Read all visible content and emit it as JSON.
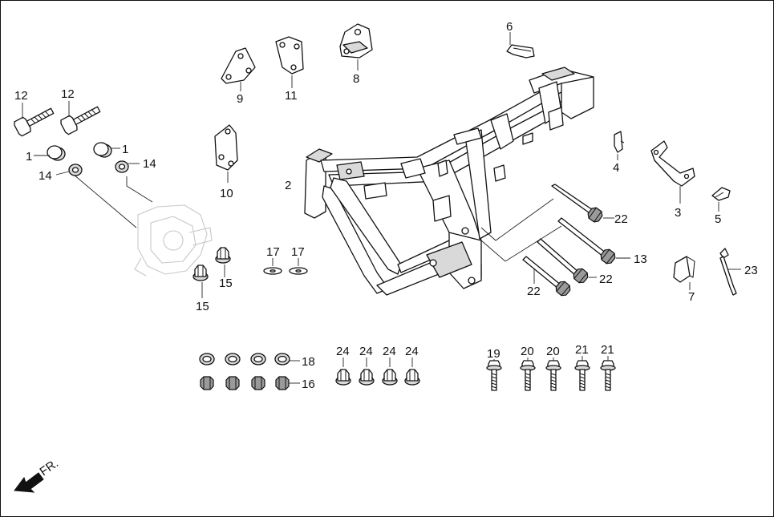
{
  "callouts": {
    "n1a": "1",
    "n1b": "1",
    "n2": "2",
    "n3": "3",
    "n4": "4",
    "n5": "5",
    "n6": "6",
    "n7": "7",
    "n8": "8",
    "n9": "9",
    "n10": "10",
    "n11": "11",
    "n12a": "12",
    "n12b": "12",
    "n13": "13",
    "n14a": "14",
    "n14b": "14",
    "n15a": "15",
    "n15b": "15",
    "n16": "16",
    "n17a": "17",
    "n17b": "17",
    "n18": "18",
    "n19": "19",
    "n20a": "20",
    "n20b": "20",
    "n21a": "21",
    "n21b": "21",
    "n22a": "22",
    "n22b": "22",
    "n22c": "22",
    "n23": "23",
    "n24a": "24",
    "n24b": "24",
    "n24c": "24",
    "n24d": "24"
  },
  "direction_label": "FR."
}
